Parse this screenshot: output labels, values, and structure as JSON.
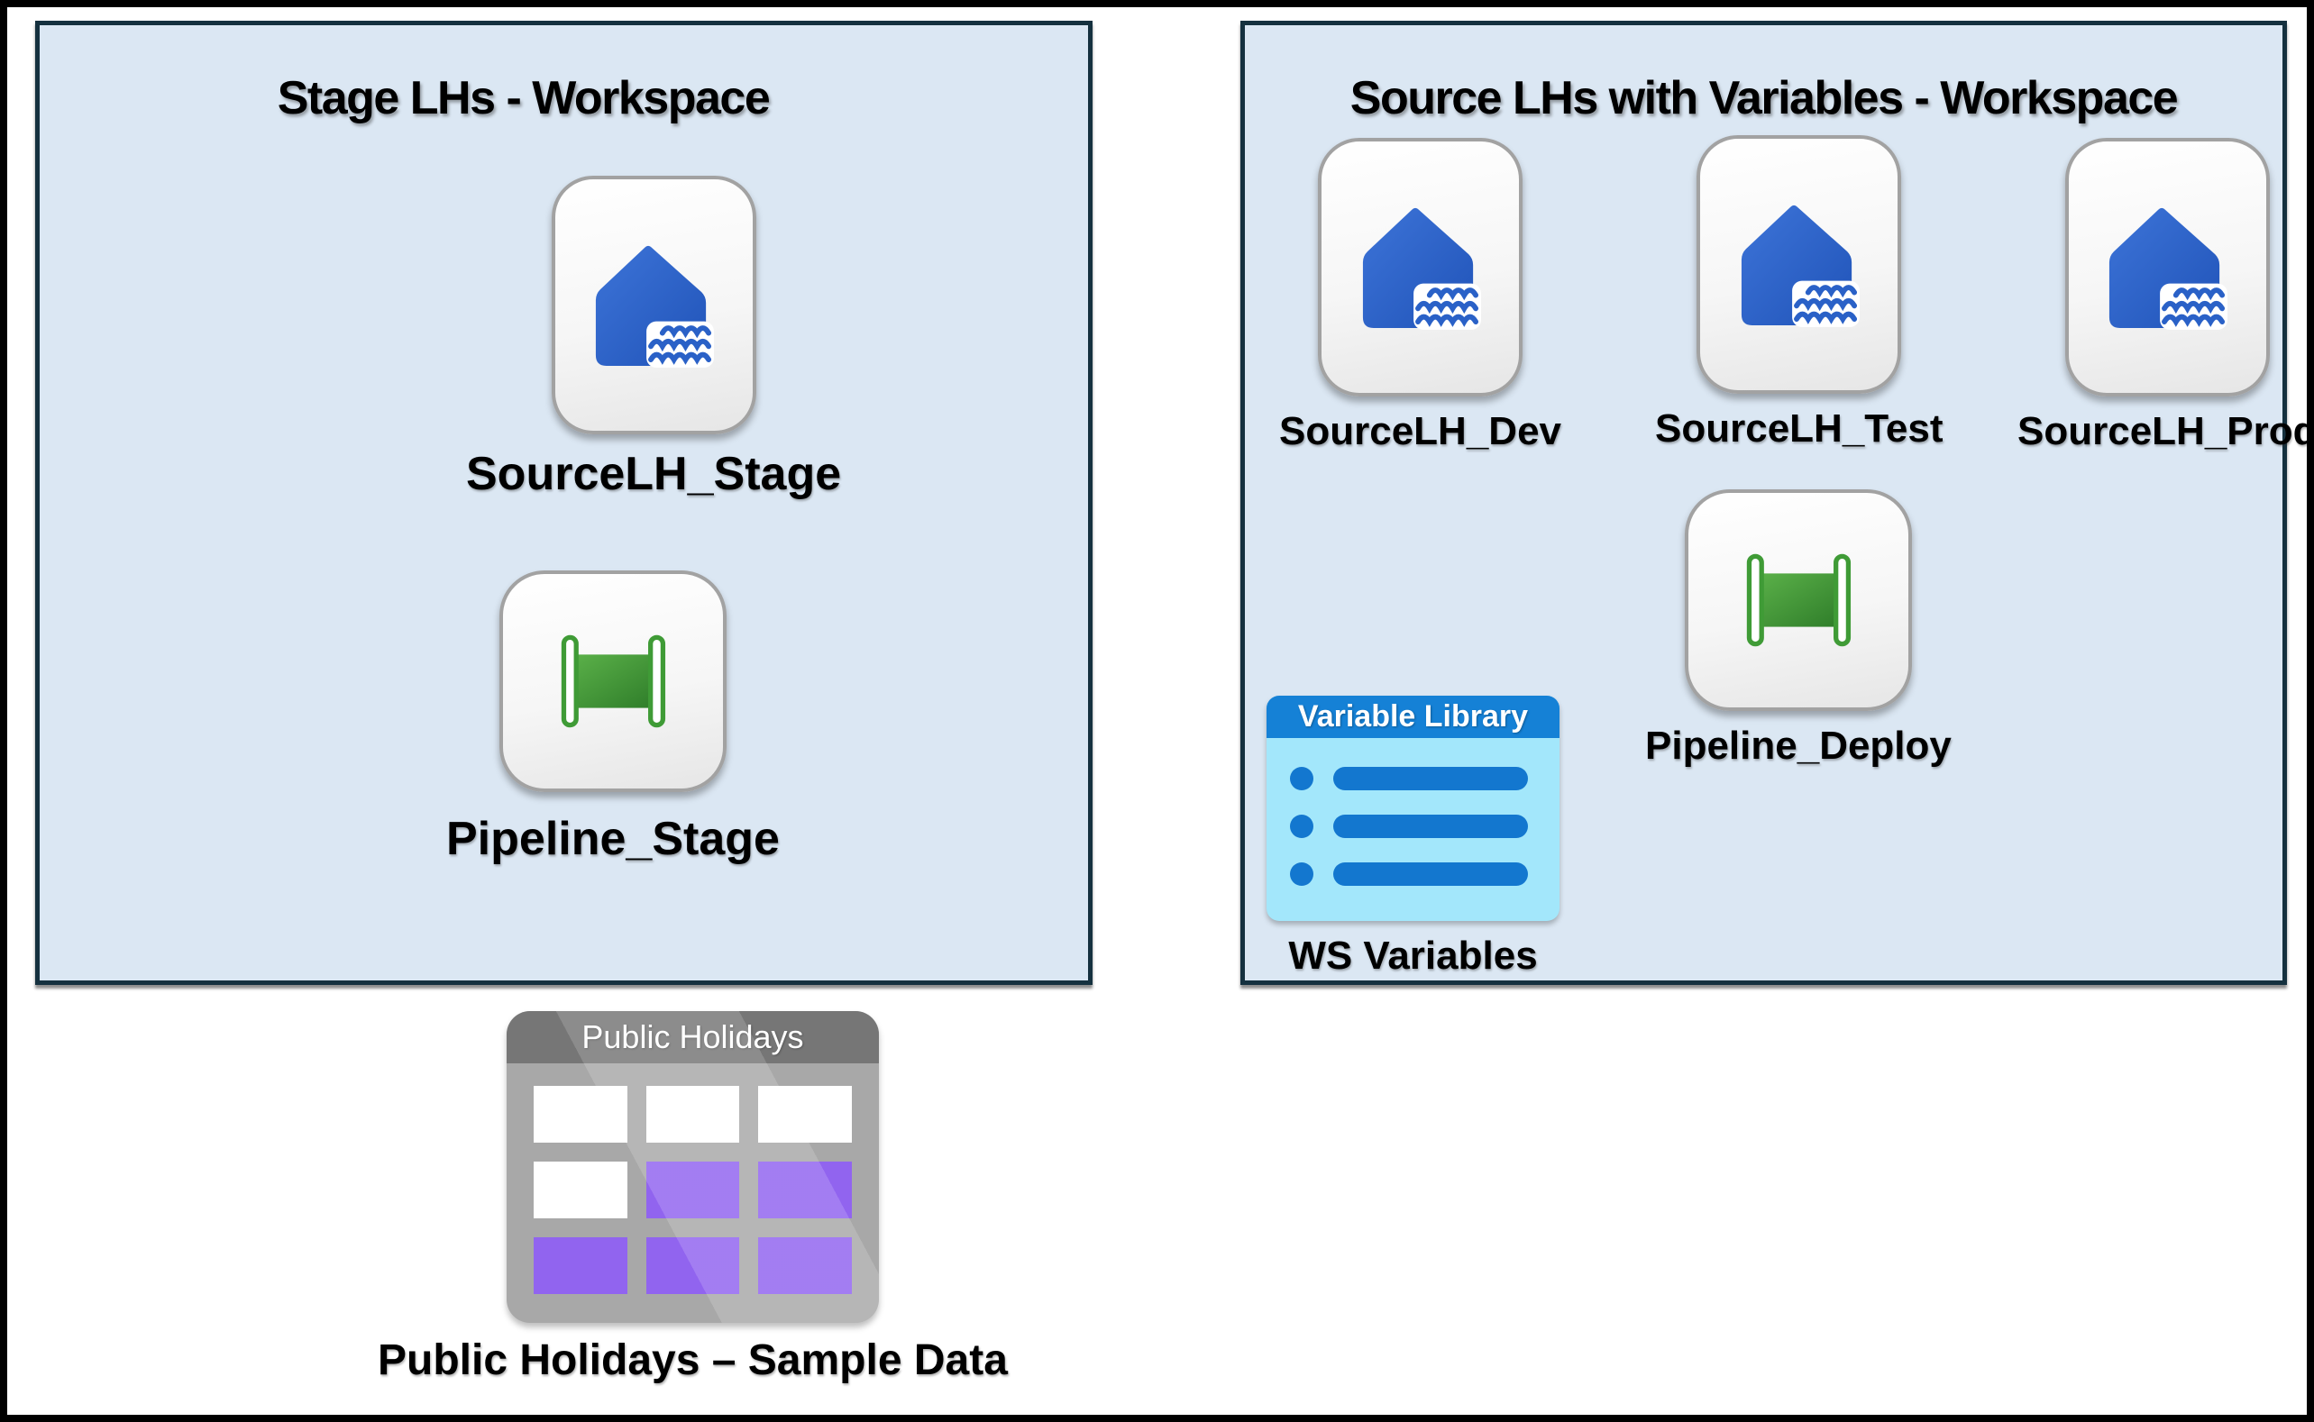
{
  "diagram": {
    "workspaces": [
      {
        "title": "Stage LHs - Workspace",
        "items": [
          {
            "type": "lakehouse",
            "label": "SourceLH_Stage"
          },
          {
            "type": "pipeline",
            "label": "Pipeline_Stage"
          }
        ]
      },
      {
        "title": "Source LHs with Variables - Workspace",
        "items": [
          {
            "type": "lakehouse",
            "label": "SourceLH_Dev"
          },
          {
            "type": "lakehouse",
            "label": "SourceLH_Test"
          },
          {
            "type": "lakehouse",
            "label": "SourceLH_Prod"
          },
          {
            "type": "pipeline",
            "label": "Pipeline_Deploy"
          },
          {
            "type": "variable-library",
            "header": "Variable Library",
            "label": "WS Variables"
          }
        ]
      }
    ],
    "sample_data": {
      "header": "Public Holidays",
      "label": "Public Holidays – Sample Data",
      "grid": [
        [
          "white",
          "white",
          "white"
        ],
        [
          "white",
          "purple",
          "purple"
        ],
        [
          "purple",
          "purple",
          "purple"
        ]
      ]
    },
    "colors": {
      "workspace_fill": "#dbe7f3",
      "workspace_border": "#15313f",
      "lakehouse_blue": "#2b62c8",
      "pipeline_green": "#3f9b36",
      "variable_library_header": "#1581d6",
      "variable_library_body": "#a3e7fb",
      "variable_library_row": "#1377cf",
      "table_header_gray": "#767676",
      "table_body_gray": "#a8a8a8",
      "table_cell_purple": "#9164ef"
    }
  }
}
